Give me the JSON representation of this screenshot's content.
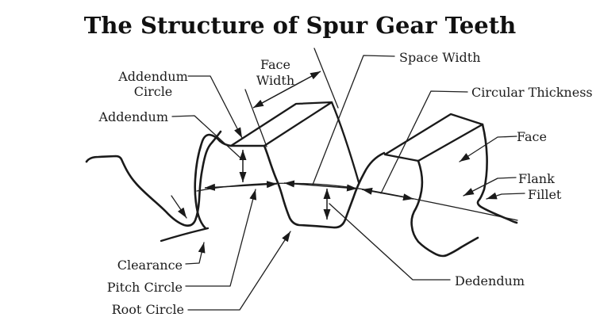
{
  "title": "The Structure of Spur Gear Teeth",
  "colors": {
    "ink": "#1a1a1a",
    "background": "#ffffff"
  },
  "labels": {
    "addendum_circle": {
      "line1": "Addendum",
      "line2": "Circle"
    },
    "addendum": "Addendum",
    "face_width": {
      "line1": "Face",
      "line2": "Width"
    },
    "space_width": "Space Width",
    "circular_thickness": "Circular Thickness",
    "face": "Face",
    "flank": "Flank",
    "fillet": "Fillet",
    "clearance": "Clearance",
    "pitch_circle": "Pitch Circle",
    "root_circle": "Root Circle",
    "dedendum": "Dedendum"
  }
}
